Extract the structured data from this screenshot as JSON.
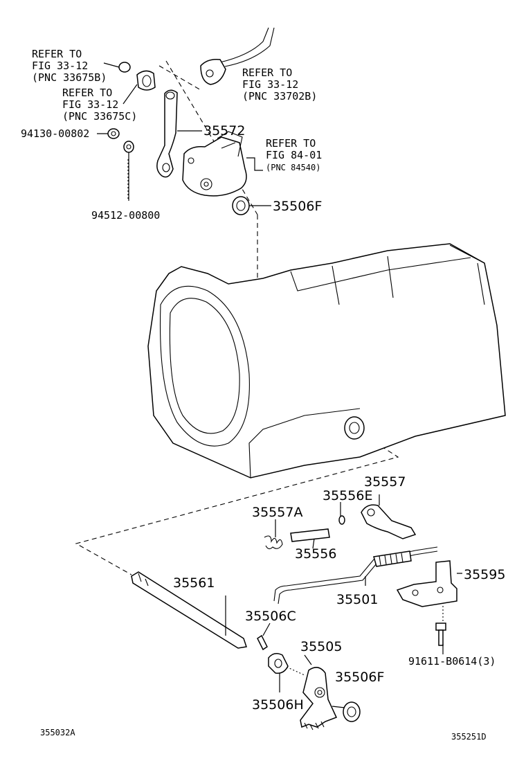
{
  "labels": {
    "ref_33675b": [
      "REFER TO",
      "FIG 33-12",
      "(PNC 33675B)"
    ],
    "ref_33675c": [
      "REFER TO",
      "FIG 33-12",
      "(PNC 33675C)"
    ],
    "ref_33702b": [
      "REFER TO",
      "FIG 33-12",
      "(PNC 33702B)"
    ],
    "ref_84540": [
      "REFER TO",
      "FIG 84-01",
      "(PNC 84540)"
    ],
    "p_94130": "94130-00802",
    "p_94512": "94512-00800",
    "p_35572": "35572",
    "p_35506f_top": "35506F",
    "p_35557": "35557",
    "p_35556e": "35556E",
    "p_35557a": "35557A",
    "p_35556": "35556",
    "p_35595": "35595",
    "p_35501": "35501",
    "p_35561": "35561",
    "p_35506c": "35506C",
    "p_35505": "35505",
    "p_35506f_bottom": "35506F",
    "p_35506h": "35506H",
    "p_91611": "91611-B0614(3)"
  },
  "footer": {
    "left_code": "355032A",
    "right_code": "355251D"
  }
}
